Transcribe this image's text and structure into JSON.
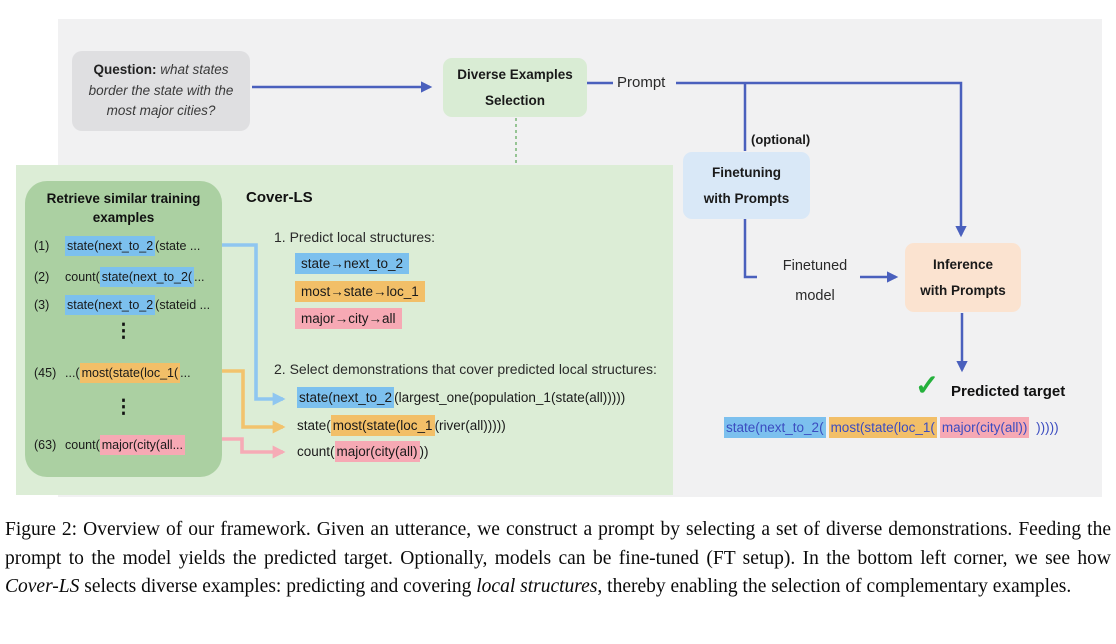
{
  "colors": {
    "arrow_blue": "#4a60bd",
    "highlight_blue": "#7cc0ee",
    "highlight_orange": "#f2bf68",
    "highlight_pink": "#f6a9b4",
    "connector_lightblue": "#8fc6f0",
    "connector_orange": "#f2c36d",
    "connector_pink": "#f6abb6",
    "panel_gray": "#f1f1f2",
    "panel_green": "#dcedd6",
    "retrieve_box_green": "#abd0a2",
    "selection_box_green": "#d9ecd4",
    "finetuning_box_blue": "#d9e8f7",
    "inference_box_peach": "#fbe3d0",
    "question_box_gray": "#dfdfe1",
    "check_green": "#25b13c",
    "target_text_blue": "#3b4cc0",
    "dashed_line_green": "#7fb97c"
  },
  "figure": {
    "question": {
      "label": "Question:",
      "text": "what states border the state with the most major cities?"
    },
    "des": {
      "line1": "Diverse Examples",
      "line2": "Selection"
    },
    "prompt_label": "Prompt",
    "optional_label": "(optional)",
    "finetuning": {
      "line1": "Finetuning",
      "line2": "with Prompts"
    },
    "finetuned": {
      "line1": "Finetuned",
      "line2": "model"
    },
    "inference": {
      "line1": "Inference",
      "line2": "with Prompts"
    },
    "predicted": {
      "check": "✓",
      "label": "Predicted target",
      "segments": [
        {
          "text": "state(next_to_2(",
          "highlight": "blue"
        },
        {
          "text": "most(state(loc_1(",
          "highlight": "orange"
        },
        {
          "text": "major(city(all))",
          "highlight": "pink"
        },
        {
          "text": " )))))",
          "highlight": "none"
        }
      ]
    },
    "panel": {
      "retrieve": {
        "title1": "Retrieve similar training",
        "title2": "examples",
        "dots": "⋮",
        "items": [
          {
            "num": "(1)",
            "pre": "",
            "hl": "state(next_to_2",
            "hl_color": "blue",
            "post": "(state ..."
          },
          {
            "num": "(2)",
            "pre": "count(",
            "hl": "state(next_to_2(",
            "hl_color": "blue",
            "post": " ..."
          },
          {
            "num": "(3)",
            "pre": "",
            "hl": "state(next_to_2",
            "hl_color": "blue",
            "post": "(stateid ..."
          },
          {
            "num": "(45)",
            "pre": "...(",
            "hl": "most(state(loc_1(",
            "hl_color": "orange",
            "post": " ..."
          },
          {
            "num": "(63)",
            "pre": "count(",
            "hl": "major(city(all...",
            "hl_color": "pink",
            "post": ""
          }
        ]
      },
      "cover_title": "Cover-LS",
      "step1": "1. Predict local structures:",
      "structures": [
        {
          "text": "state→next_to_2",
          "color": "blue"
        },
        {
          "text": "most→state→loc_1",
          "color": "orange"
        },
        {
          "text": "major→city→all",
          "color": "pink"
        }
      ],
      "step2": "2. Select demonstrations that cover predicted local structures:",
      "demos": [
        {
          "pre": "",
          "hl": "state(next_to_2",
          "color": "blue",
          "post": "(largest_one(population_1(state(all)))))"
        },
        {
          "pre": "state(",
          "hl": "most(state(loc_1",
          "color": "orange",
          "post": "(river(all)))))"
        },
        {
          "pre": "count(",
          "hl": "major(city(all)",
          "color": "pink",
          "post": "))"
        }
      ]
    }
  },
  "caption": {
    "segments": [
      {
        "text": "Figure 2: Overview of our framework. Given an utterance, we construct a prompt by selecting a set of diverse demonstrations. Feeding the prompt to the model yields the predicted target. Optionally, models can be fine-tuned (FT setup). In the bottom left corner, we see how ",
        "italic": false
      },
      {
        "text": "Cover-LS",
        "italic": true
      },
      {
        "text": " selects diverse examples: predicting and covering ",
        "italic": false
      },
      {
        "text": "local structures",
        "italic": true
      },
      {
        "text": ", thereby enabling the selection of complementary examples.",
        "italic": false
      }
    ]
  }
}
